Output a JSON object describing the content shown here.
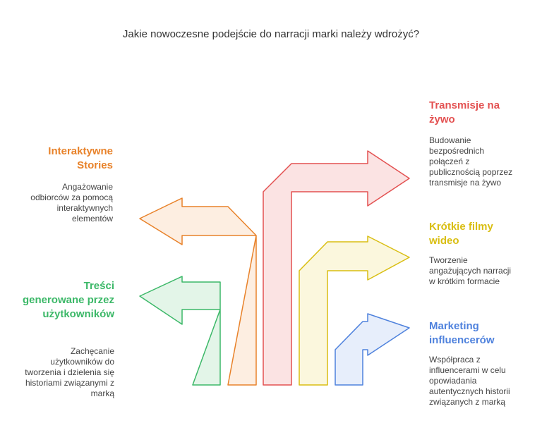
{
  "title": "Jakie nowoczesne podejście do narracji marki należy wdrożyć?",
  "options": [
    {
      "id": "interactive-stories",
      "heading": "Interaktywne Stories",
      "description": "Angażowanie odbiorców za pomocą interaktywnych elementów",
      "color": "#e8822a",
      "fill": "#fdeee1"
    },
    {
      "id": "ugc",
      "heading": "Treści generowane przez użytkowników",
      "description": "Zachęcanie użytkowników do tworzenia i dzielenia się historiami związanymi z marką",
      "color": "#3cb868",
      "fill": "#e3f5e8"
    },
    {
      "id": "live-streaming",
      "heading": "Transmisje na żywo",
      "description": "Budowanie bezpośrednich połączeń z publicznością poprzez transmisje na żywo",
      "color": "#e35151",
      "fill": "#fbe3e3"
    },
    {
      "id": "short-video",
      "heading": "Krótkie filmy wideo",
      "description": "Tworzenie angażujących narracji w krótkim formacie",
      "color": "#d9be12",
      "fill": "#fbf7dd"
    },
    {
      "id": "influencer",
      "heading": "Marketing influencerów",
      "description": "Współpraca z influencerami w celu opowiadania autentycznych historii związanych z marką",
      "color": "#4f82dd",
      "fill": "#e7eefb"
    }
  ]
}
